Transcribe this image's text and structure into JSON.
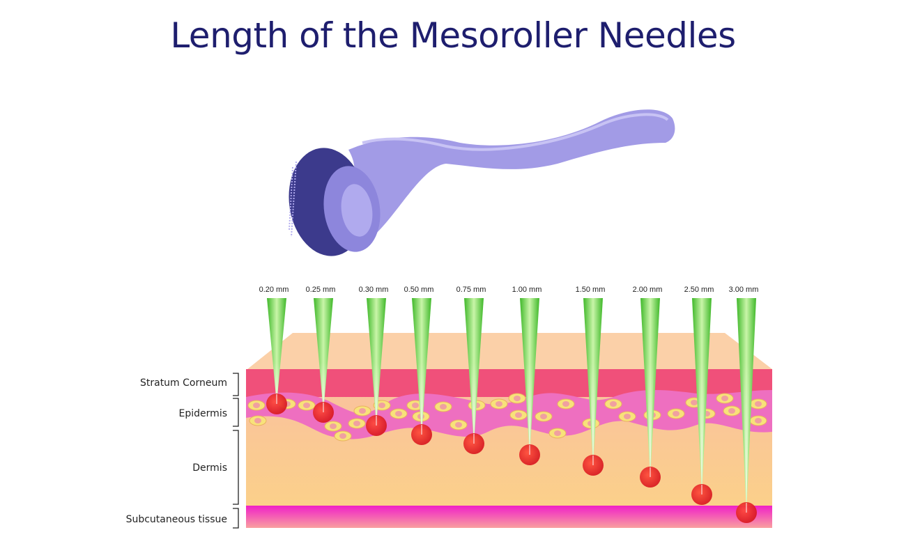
{
  "title": "Length of the Mesoroller Needles",
  "layers": [
    {
      "name": "Stratum Corneum"
    },
    {
      "name": "Epidermis"
    },
    {
      "name": "Dermis"
    },
    {
      "name": "Subcutaneous tissue"
    }
  ],
  "needles": [
    {
      "label": "0.20 mm",
      "length_mm": 0.2
    },
    {
      "label": "0.25 mm",
      "length_mm": 0.25
    },
    {
      "label": "0.30 mm",
      "length_mm": 0.3
    },
    {
      "label": "0.50 mm",
      "length_mm": 0.5
    },
    {
      "label": "0.75 mm",
      "length_mm": 0.75
    },
    {
      "label": "1.00 mm",
      "length_mm": 1.0
    },
    {
      "label": "1.50 mm",
      "length_mm": 1.5
    },
    {
      "label": "2.00 mm",
      "length_mm": 2.0
    },
    {
      "label": "2.50 mm",
      "length_mm": 2.5
    },
    {
      "label": "3.00 mm",
      "length_mm": 3.0
    }
  ],
  "colors": {
    "title": "#1e1e6e",
    "needle": "#5fcc3a",
    "dot": "#e8242c",
    "roller": "#a29be6",
    "drum": "#3c3a8c"
  }
}
